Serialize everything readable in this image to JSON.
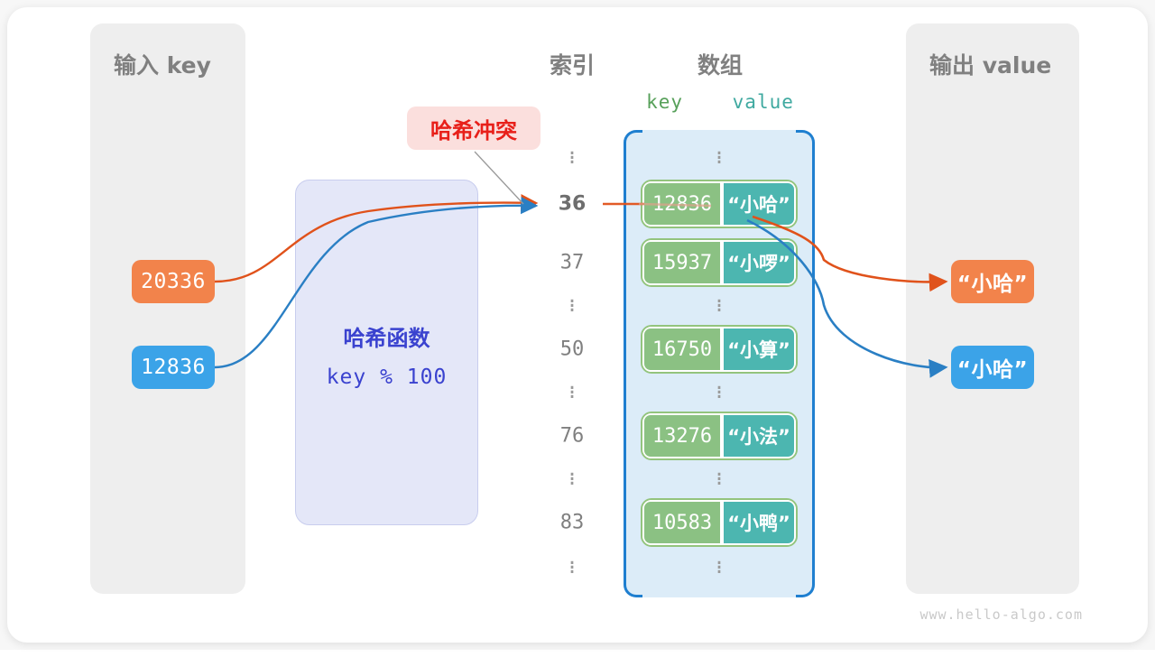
{
  "watermark": "www.hello-algo.com",
  "colors": {
    "input_orange": "#f2834b",
    "input_blue": "#3ba3e8",
    "hash_purple": "#3a42cf",
    "hash_fill": "#e4e7f8",
    "array_fill": "#dcecf8",
    "array_border": "#1f7fd0",
    "key_green": "#8bc183",
    "value_teal": "#4cb6b0",
    "collision_red": "#e8201a",
    "collision_bg": "#fbdfdd",
    "panel_gray": "#eeeeee",
    "label_gray": "#808080"
  },
  "input_panel": {
    "title": "输入 key",
    "keys": [
      {
        "label": "20336",
        "color": "#f2834b"
      },
      {
        "label": "12836",
        "color": "#3ba3e8"
      }
    ]
  },
  "hash_function": {
    "title": "哈希函数",
    "formula": "key % 100"
  },
  "collision": {
    "label": "哈希冲突"
  },
  "array_section": {
    "index_header": "索引",
    "array_header": "数组",
    "key_column_header": "key",
    "value_column_header": "value",
    "dots_glyph": "⋮",
    "rows": [
      {
        "type": "dots"
      },
      {
        "type": "entry",
        "index": "36",
        "key": "12836",
        "value": "“小哈”",
        "highlight": true
      },
      {
        "type": "entry",
        "index": "37",
        "key": "15937",
        "value": "“小啰”",
        "highlight": false
      },
      {
        "type": "dots"
      },
      {
        "type": "entry",
        "index": "50",
        "key": "16750",
        "value": "“小算”",
        "highlight": false
      },
      {
        "type": "dots"
      },
      {
        "type": "entry",
        "index": "76",
        "key": "13276",
        "value": "“小法”",
        "highlight": false
      },
      {
        "type": "dots"
      },
      {
        "type": "entry",
        "index": "83",
        "key": "10583",
        "value": "“小鸭”",
        "highlight": false
      },
      {
        "type": "dots"
      }
    ]
  },
  "output_panel": {
    "title": "输出 value",
    "values": [
      {
        "label": "“小哈”",
        "color": "#f2834b"
      },
      {
        "label": "“小哈”",
        "color": "#3ba3e8"
      }
    ]
  }
}
